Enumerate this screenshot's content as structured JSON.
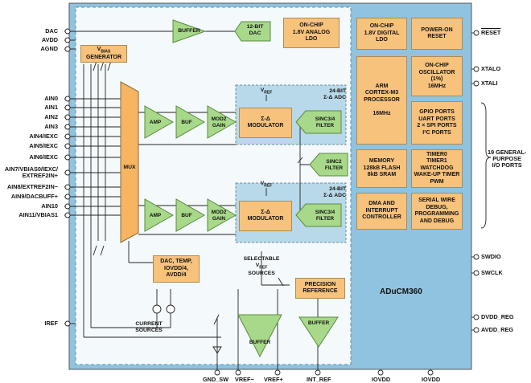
{
  "left_pins": [
    "DAC",
    "AVDD",
    "AGND",
    "AIN0",
    "AIN1",
    "AIN2",
    "AIN3",
    "AIN4/IEXC",
    "AIN5/IEXC",
    "AIN6/IEXC",
    "AIN7/VBIAS0/IEXC/\nEXTREF2IN+",
    "AIN8/EXTREF2IN−",
    "AIN9/DACBUFF+",
    "AIN10",
    "AIN11/VBIAS1",
    "IREF"
  ],
  "right_pins": [
    "RESET",
    "XTALO",
    "XTALI",
    "SWDIO",
    "SWCLK",
    "DVDD_REG",
    "AVDD_REG"
  ],
  "bottom_pins": [
    "GND_SW",
    "VREF−",
    "VREF+",
    "INT_REF",
    "IOVDD",
    "IOVDD"
  ],
  "gpio_label": "19 GENERAL-\nPURPOSE\nI/O PORTS",
  "chip_name": "ADuCM360",
  "blocks": {
    "buffer_dac": "BUFFER",
    "dac12": "12-BIT\nDAC",
    "analog_ldo": "ON-CHIP\n1.8V ANALOG\nLDO",
    "digital_ldo": "ON-CHIP\n1.8V DIGITAL\nLDO",
    "por": "POWER-ON\nRESET",
    "arm": "ARM\nCORTEX-M3\nPROCESSOR\n\n16MHz",
    "osc": "ON-CHIP\nOSCILLATOR\n(1%)\n16MHz",
    "gpio": "GPIO PORTS\nUART PORTS\n2 × SPI PORTS\nI²C PORTS",
    "memory": "MEMORY\n128kB FLASH\n8kB SRAM",
    "timers": "TIMER0\nTIMER1\nWATCHDOG\nWAKE-UP TIMER\nPWM",
    "dma": "DMA AND\nINTERRUPT\nCONTROLLER",
    "swd": "SERIAL WIRE\nDEBUG,\nPROGRAMMING\nAND DEBUG",
    "vbias_a": "V",
    "vbias_b": "BIAS",
    "vbias_c": "GENERATOR",
    "mux": "MUX",
    "amp": "AMP",
    "buf": "BUF",
    "mod2": "MOD2\nGAIN",
    "modulator": "Σ-Δ\nMODULATOR",
    "sinc34": "SINC3/4\nFILTER",
    "sinc2": "SINC2\nFILTER",
    "adc": "24-BIT\nΣ-Δ ADC",
    "vref": "V",
    "vref_sub": "REF",
    "dac_temp": "DAC, TEMP,\nIOVDD/4,\nAVDD/4",
    "selectable": "SELECTABLE",
    "sources": "SOURCES",
    "precision": "PRECISION\nREFERENCE",
    "buffer_ref": "BUFFER",
    "buffer_int": "BUFFER",
    "current_sources": "CURRENT\nSOURCES"
  },
  "colors": {
    "chip_bg": "#8fc3df",
    "block": "#f7c27c",
    "green": "#a8d98a",
    "adc_bg": "#b8d9ea",
    "mux": "#f5b563"
  }
}
